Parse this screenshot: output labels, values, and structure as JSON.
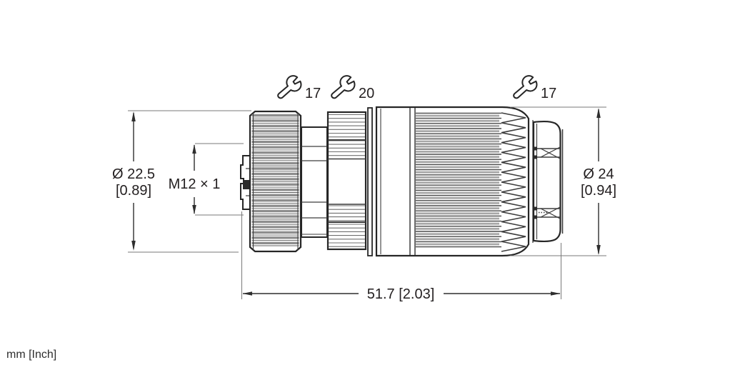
{
  "units_note": "mm [Inch]",
  "wrenches": [
    {
      "size": "17"
    },
    {
      "size": "20"
    },
    {
      "size": "17"
    }
  ],
  "dimensions": {
    "left_diameter_mm": "Ø 22.5",
    "left_diameter_inch": "[0.89]",
    "thread_label": "M12 × 1",
    "right_diameter_mm": "Ø 24",
    "right_diameter_inch": "[0.94]",
    "overall_length_label": "51.7 [2.03]"
  },
  "colors": {
    "background": "#ffffff",
    "outline": "#262626",
    "dimension_lines": "#2e2e2e",
    "extension_lines": "#7a7a7a",
    "knurl_gray": "#8e8e8e",
    "text": "#231f20"
  }
}
